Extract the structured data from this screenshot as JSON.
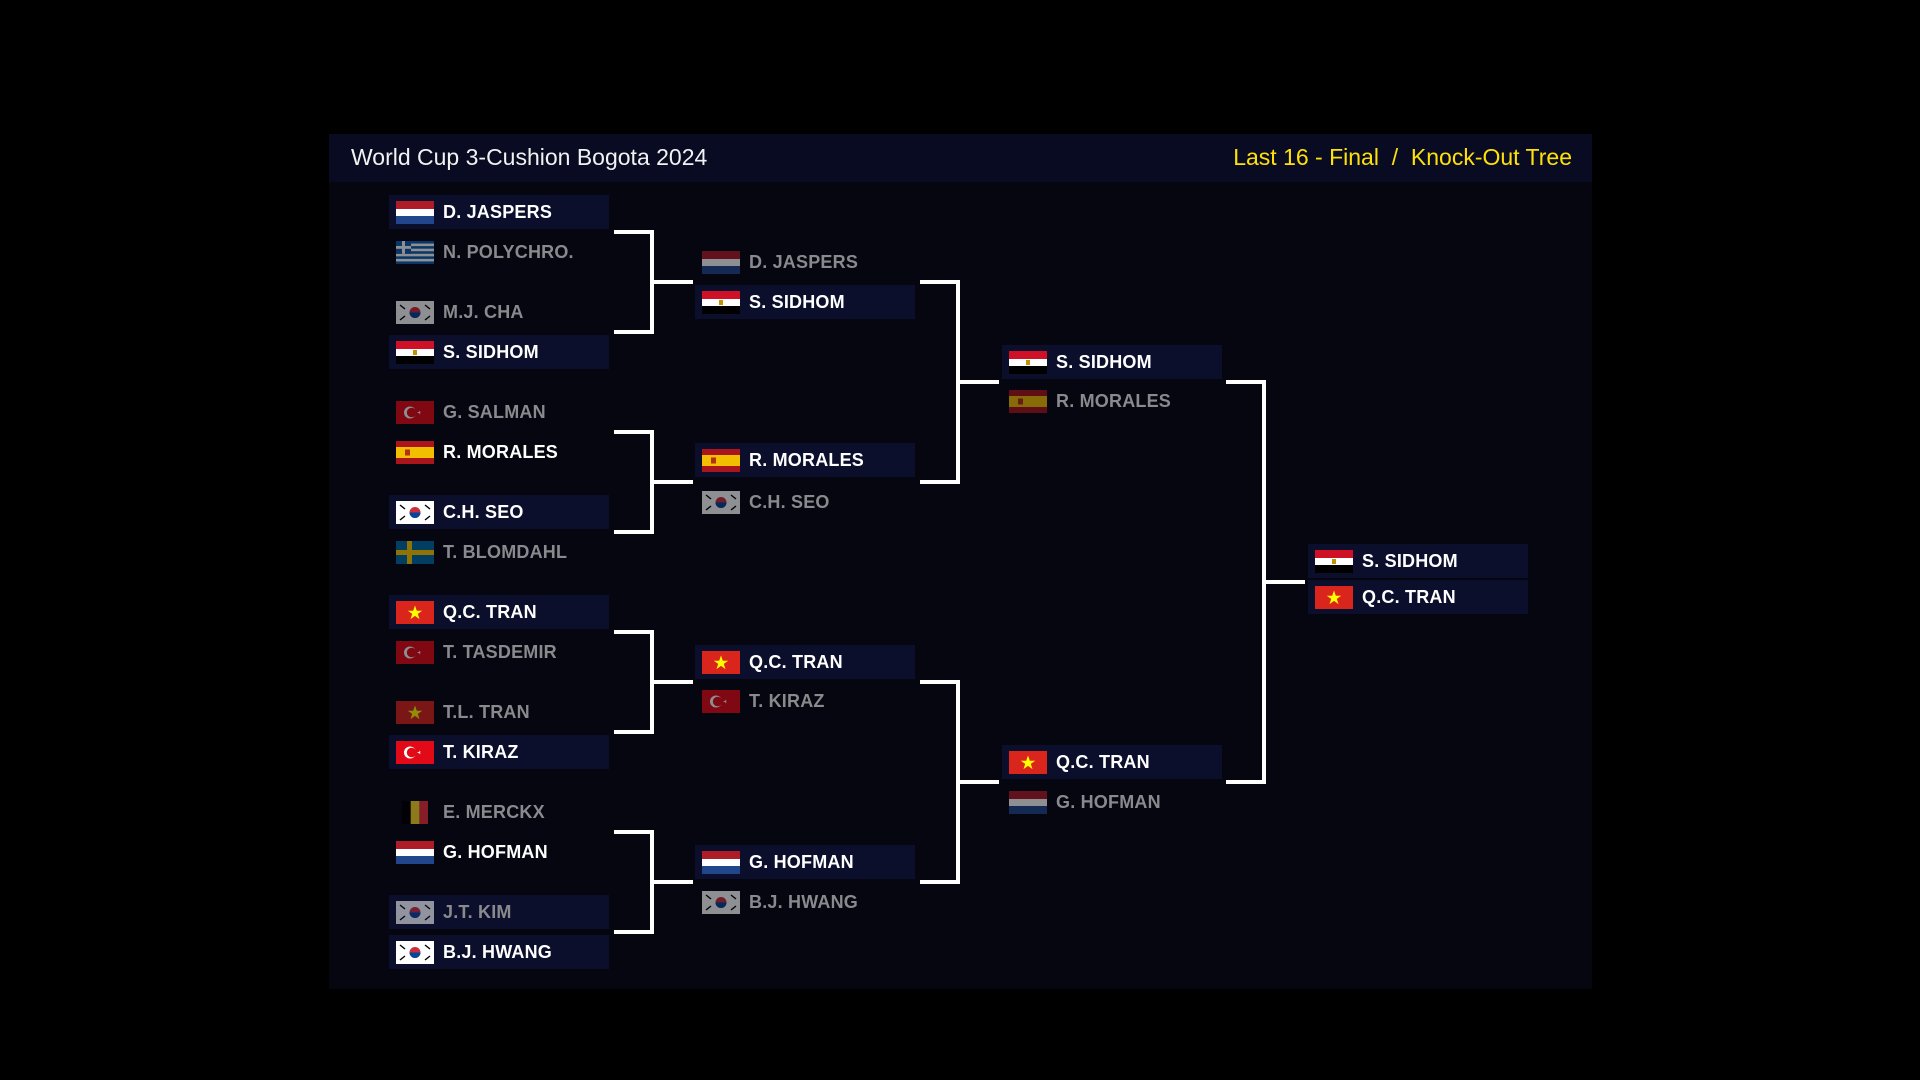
{
  "header": {
    "title": "World Cup 3-Cushion Bogota 2024",
    "stage": "Last 16 - Final",
    "separator": "/",
    "view": "Knock-Out Tree"
  },
  "rounds": {
    "last16": [
      {
        "name": "D. JASPERS",
        "flag": "netherlands",
        "winner": true
      },
      {
        "name": "N. POLYCHRO.",
        "flag": "greece",
        "winner": false
      },
      {
        "name": "M.J. CHA",
        "flag": "korea",
        "winner": false
      },
      {
        "name": "S. SIDHOM",
        "flag": "egypt",
        "winner": true
      },
      {
        "name": "G. SALMAN",
        "flag": "turkey",
        "winner": false
      },
      {
        "name": "R. MORALES",
        "flag": "spain",
        "winner": true
      },
      {
        "name": "C.H. SEO",
        "flag": "korea",
        "winner": true
      },
      {
        "name": "T. BLOMDAHL",
        "flag": "sweden",
        "winner": false
      },
      {
        "name": "Q.C. TRAN",
        "flag": "vietnam",
        "winner": true
      },
      {
        "name": "T. TASDEMIR",
        "flag": "turkey",
        "winner": false
      },
      {
        "name": "T.L. TRAN",
        "flag": "vietnam",
        "winner": false
      },
      {
        "name": "T. KIRAZ",
        "flag": "turkey",
        "winner": true
      },
      {
        "name": "E. MERCKX",
        "flag": "belgium",
        "winner": false
      },
      {
        "name": "G. HOFMAN",
        "flag": "netherlands",
        "winner": true
      },
      {
        "name": "J.T. KIM",
        "flag": "korea",
        "winner": false
      },
      {
        "name": "B.J. HWANG",
        "flag": "korea",
        "winner": true
      }
    ],
    "quarterfinals": [
      {
        "name": "D. JASPERS",
        "flag": "netherlands",
        "winner": false
      },
      {
        "name": "S. SIDHOM",
        "flag": "egypt",
        "winner": true
      },
      {
        "name": "R. MORALES",
        "flag": "spain",
        "winner": true
      },
      {
        "name": "C.H. SEO",
        "flag": "korea",
        "winner": false
      },
      {
        "name": "Q.C. TRAN",
        "flag": "vietnam",
        "winner": true
      },
      {
        "name": "T. KIRAZ",
        "flag": "turkey",
        "winner": false
      },
      {
        "name": "G. HOFMAN",
        "flag": "netherlands",
        "winner": true
      },
      {
        "name": "B.J. HWANG",
        "flag": "korea",
        "winner": false
      }
    ],
    "semifinals": [
      {
        "name": "S. SIDHOM",
        "flag": "egypt",
        "winner": true
      },
      {
        "name": "R. MORALES",
        "flag": "spain",
        "winner": false
      },
      {
        "name": "Q.C. TRAN",
        "flag": "vietnam",
        "winner": true
      },
      {
        "name": "G. HOFMAN",
        "flag": "netherlands",
        "winner": false
      }
    ],
    "final": [
      {
        "name": "S. SIDHOM",
        "flag": "egypt",
        "winner": true
      },
      {
        "name": "Q.C. TRAN",
        "flag": "vietnam",
        "winner": true
      }
    ]
  },
  "colors": {
    "background": "#000000",
    "panel": "#05060f",
    "header": "#080b22",
    "title": "#f2f2f2",
    "accent": "#ffe10a",
    "winner_text": "#ffffff",
    "loser_text": "#8a8a8e",
    "connector": "#ffffff"
  }
}
